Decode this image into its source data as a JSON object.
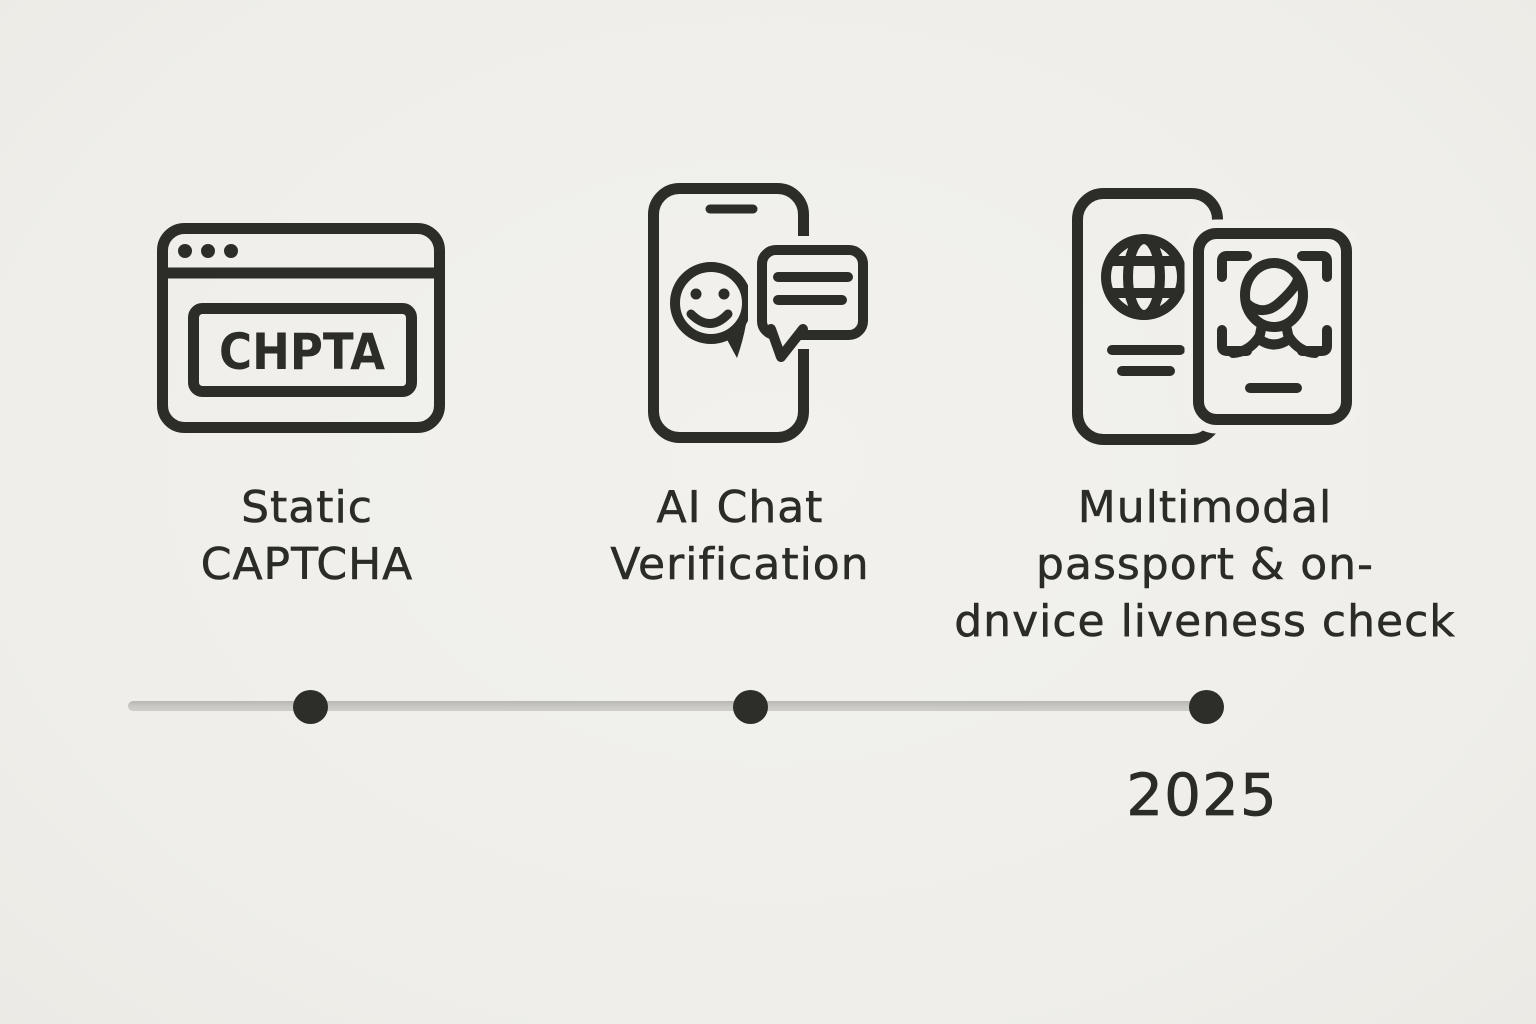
{
  "canvas": {
    "background_color": "#f1f0ec",
    "ink_color": "#2c2c29"
  },
  "timeline_diagram": {
    "stages": [
      {
        "icon": "captcha-browser-window-icon",
        "captcha_box_text": "CHPTA",
        "label_lines": [
          "Static",
          "CAPTCHA"
        ]
      },
      {
        "icon": "phone-ai-chat-icon",
        "label_lines": [
          "AI Chat",
          "Verification"
        ]
      },
      {
        "icon": "passport-liveness-check-icon",
        "label_lines": [
          "Multimodal",
          "passport & on-",
          "dnvice liveness check"
        ]
      }
    ],
    "axis": {
      "bar_color": "#c6c6c1",
      "dot_color": "#2d2d2a",
      "year_label": "2025"
    }
  }
}
